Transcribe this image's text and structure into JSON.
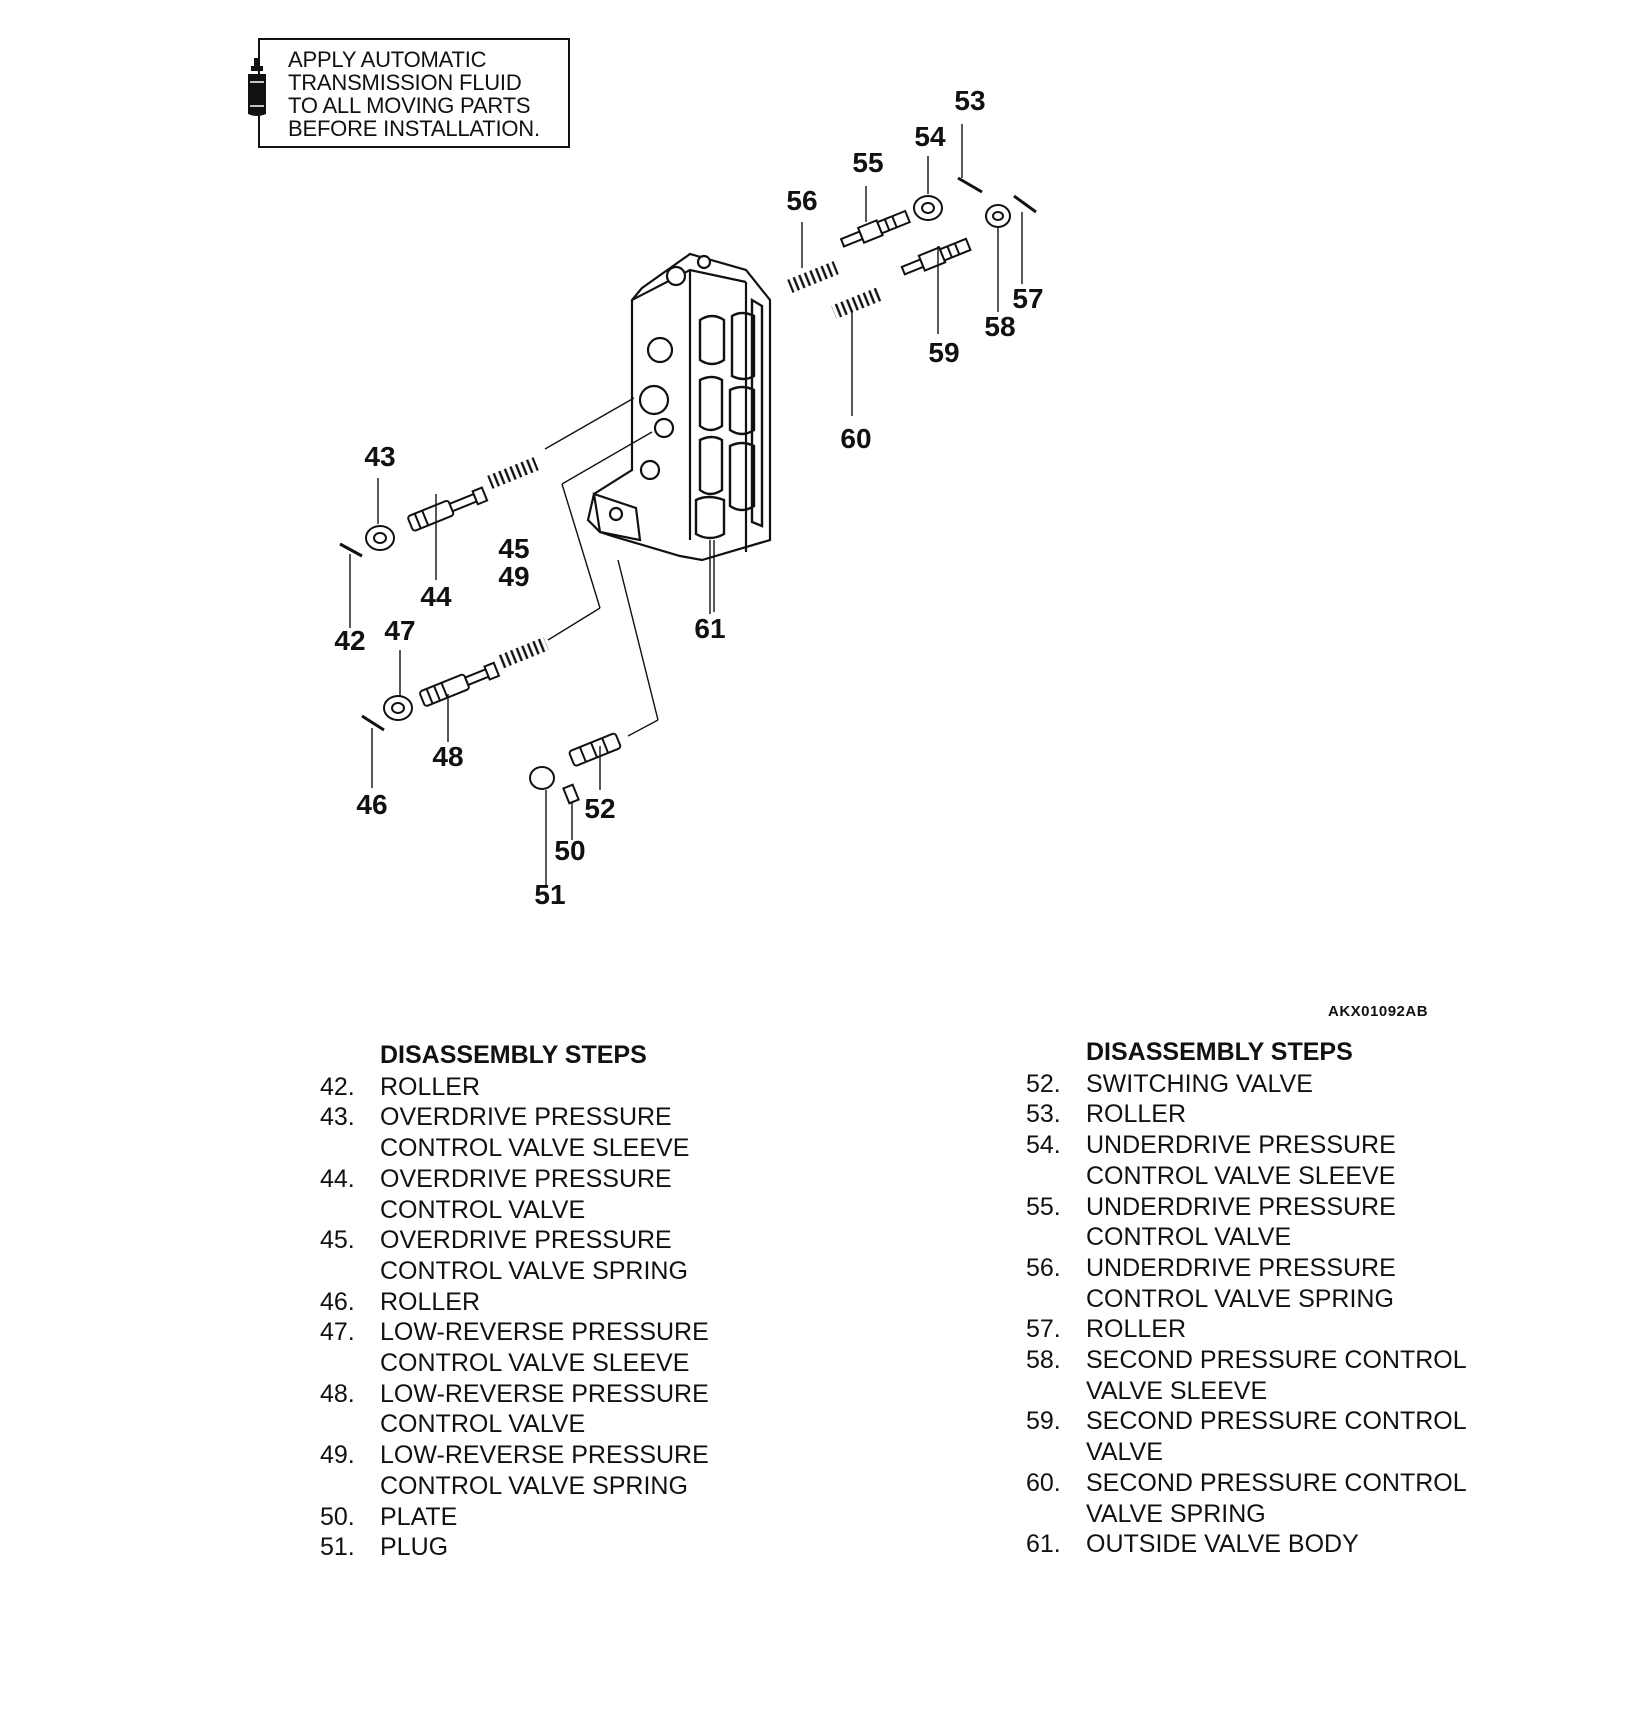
{
  "note": {
    "lines": [
      "APPLY AUTOMATIC",
      "TRANSMISSION FLUID",
      "TO ALL MOVING PARTS",
      "BEFORE INSTALLATION."
    ]
  },
  "figure_code": "AKX01092AB",
  "callouts": {
    "n42": "42",
    "n43": "43",
    "n44": "44",
    "n45": "45",
    "n46": "46",
    "n47": "47",
    "n48": "48",
    "n49": "49",
    "n50": "50",
    "n51": "51",
    "n52": "52",
    "n53": "53",
    "n54": "54",
    "n55": "55",
    "n56": "56",
    "n57": "57",
    "n58": "58",
    "n59": "59",
    "n60": "60",
    "n61": "61"
  },
  "steps_left": {
    "header": "DISASSEMBLY STEPS",
    "items": [
      {
        "num": "42.",
        "text": "ROLLER"
      },
      {
        "num": "43.",
        "text": "OVERDRIVE PRESSURE\nCONTROL VALVE SLEEVE"
      },
      {
        "num": "44.",
        "text": "OVERDRIVE PRESSURE\nCONTROL VALVE"
      },
      {
        "num": "45.",
        "text": "OVERDRIVE PRESSURE\nCONTROL VALVE SPRING"
      },
      {
        "num": "46.",
        "text": "ROLLER"
      },
      {
        "num": "47.",
        "text": "LOW-REVERSE PRESSURE\nCONTROL VALVE SLEEVE"
      },
      {
        "num": "48.",
        "text": "LOW-REVERSE PRESSURE\nCONTROL VALVE"
      },
      {
        "num": "49.",
        "text": "LOW-REVERSE PRESSURE\nCONTROL VALVE SPRING"
      },
      {
        "num": "50.",
        "text": "PLATE"
      },
      {
        "num": "51.",
        "text": "PLUG"
      }
    ]
  },
  "steps_right": {
    "header": "DISASSEMBLY STEPS",
    "items": [
      {
        "num": "52.",
        "text": "SWITCHING VALVE"
      },
      {
        "num": "53.",
        "text": "ROLLER"
      },
      {
        "num": "54.",
        "text": "UNDERDRIVE PRESSURE\nCONTROL VALVE SLEEVE"
      },
      {
        "num": "55.",
        "text": "UNDERDRIVE PRESSURE\nCONTROL VALVE"
      },
      {
        "num": "56.",
        "text": "UNDERDRIVE PRESSURE\nCONTROL VALVE SPRING"
      },
      {
        "num": "57.",
        "text": "ROLLER"
      },
      {
        "num": "58.",
        "text": "SECOND PRESSURE CONTROL\nVALVE SLEEVE"
      },
      {
        "num": "59.",
        "text": "SECOND PRESSURE CONTROL\nVALVE"
      },
      {
        "num": "60.",
        "text": "SECOND PRESSURE CONTROL\nVALVE SPRING"
      },
      {
        "num": "61.",
        "text": "OUTSIDE VALVE BODY"
      }
    ]
  }
}
